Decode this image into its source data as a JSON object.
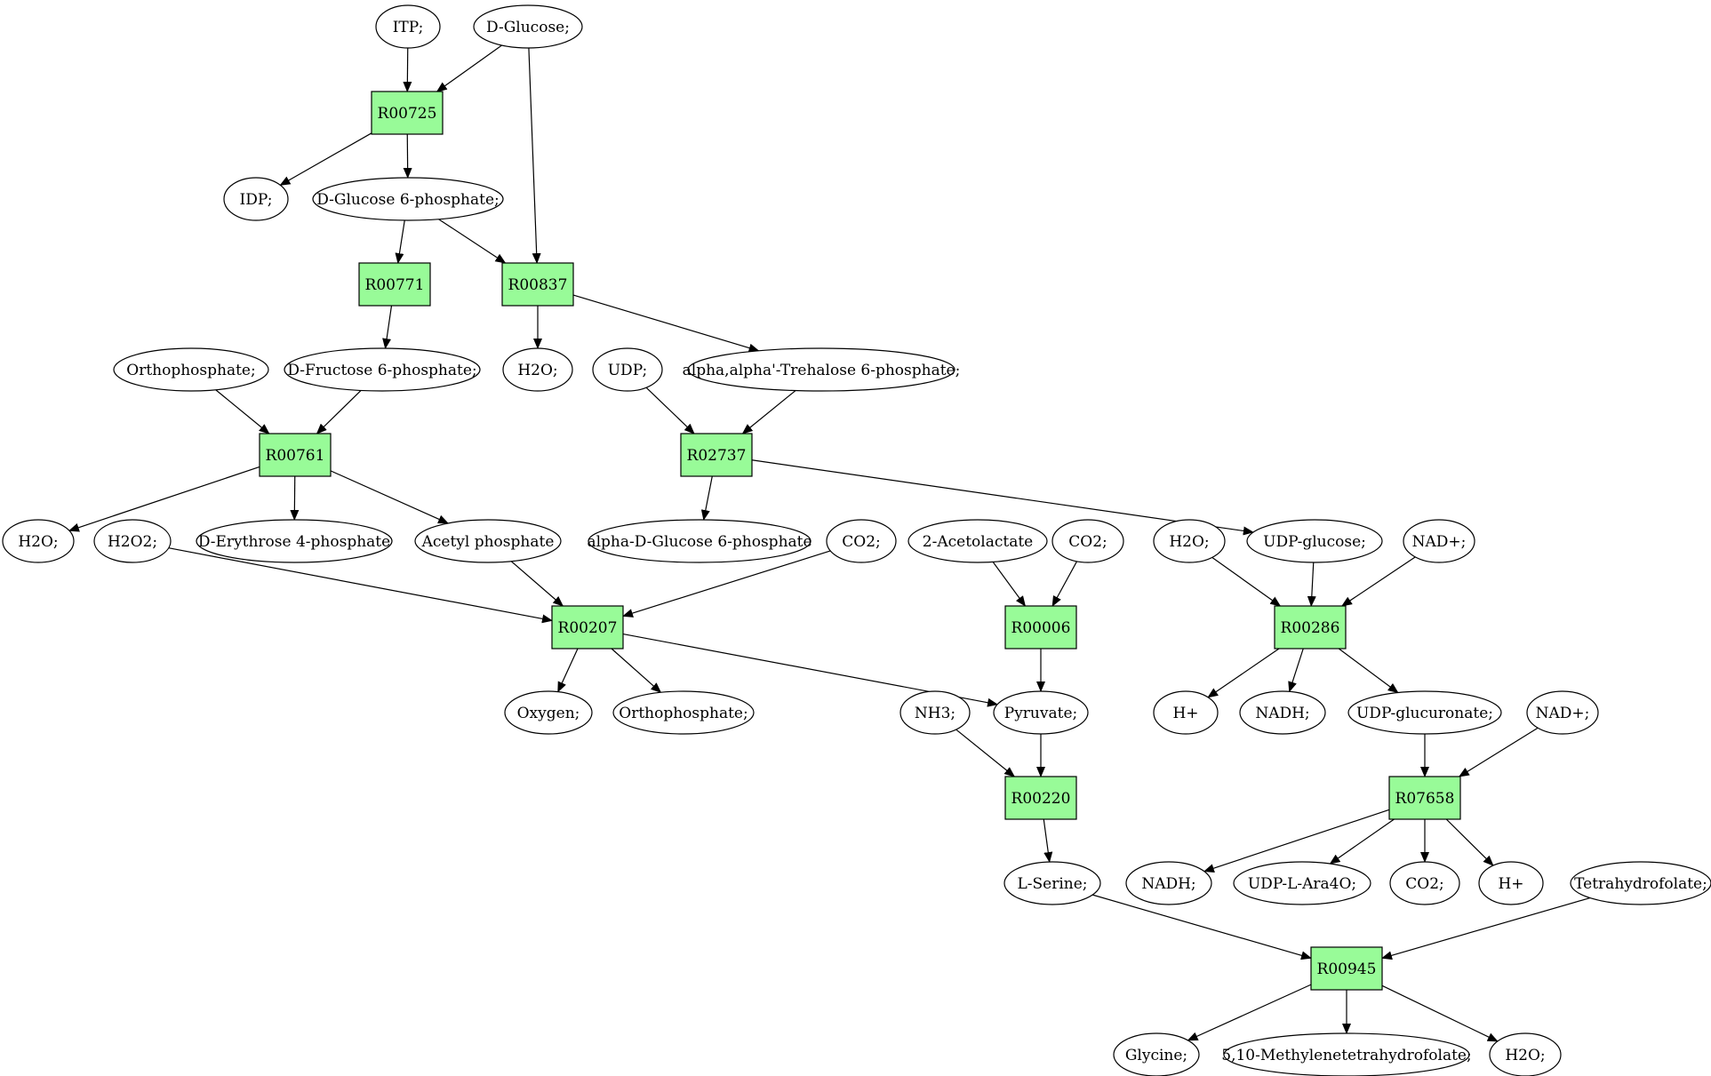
{
  "colors": {
    "reaction": "#98fb98",
    "source": "#00e000",
    "target": "#ffff00",
    "compound": "#ffffff"
  },
  "nodes": [
    {
      "id": "itp",
      "label": "ITP;",
      "kind": "compound"
    },
    {
      "id": "dglucose",
      "label": "D-Glucose;",
      "kind": "source"
    },
    {
      "id": "r00725",
      "label": "R00725",
      "kind": "reaction"
    },
    {
      "id": "idp",
      "label": "IDP;",
      "kind": "compound"
    },
    {
      "id": "g6p",
      "label": "D-Glucose 6-phosphate;",
      "kind": "compound"
    },
    {
      "id": "r00771",
      "label": "R00771",
      "kind": "reaction"
    },
    {
      "id": "r00837",
      "label": "R00837",
      "kind": "reaction"
    },
    {
      "id": "ortho1",
      "label": "Orthophosphate;",
      "kind": "compound"
    },
    {
      "id": "f6p",
      "label": "D-Fructose 6-phosphate;",
      "kind": "compound"
    },
    {
      "id": "h2o_a",
      "label": "H2O;",
      "kind": "compound"
    },
    {
      "id": "udp",
      "label": "UDP;",
      "kind": "compound"
    },
    {
      "id": "t6p",
      "label": "alpha,alpha'-Trehalose 6-phosphate;",
      "kind": "compound"
    },
    {
      "id": "r00761",
      "label": "R00761",
      "kind": "reaction"
    },
    {
      "id": "r02737",
      "label": "R02737",
      "kind": "reaction"
    },
    {
      "id": "h2o_b",
      "label": "H2O;",
      "kind": "compound"
    },
    {
      "id": "h2o2",
      "label": "H2O2;",
      "kind": "compound"
    },
    {
      "id": "e4p",
      "label": "D-Erythrose 4-phosphate",
      "kind": "compound"
    },
    {
      "id": "acp",
      "label": "Acetyl phosphate",
      "kind": "compound"
    },
    {
      "id": "adg6p",
      "label": "alpha-D-Glucose 6-phosphate",
      "kind": "compound"
    },
    {
      "id": "co2_a",
      "label": "CO2;",
      "kind": "compound"
    },
    {
      "id": "acetolactate",
      "label": "2-Acetolactate",
      "kind": "compound"
    },
    {
      "id": "co2_b",
      "label": "CO2;",
      "kind": "compound"
    },
    {
      "id": "h2o_c",
      "label": "H2O;",
      "kind": "compound"
    },
    {
      "id": "udpglc",
      "label": "UDP-glucose;",
      "kind": "compound"
    },
    {
      "id": "nad_a",
      "label": "NAD+;",
      "kind": "compound"
    },
    {
      "id": "r00207",
      "label": "R00207",
      "kind": "reaction"
    },
    {
      "id": "r00006",
      "label": "R00006",
      "kind": "reaction"
    },
    {
      "id": "r00286",
      "label": "R00286",
      "kind": "reaction"
    },
    {
      "id": "oxygen",
      "label": "Oxygen;",
      "kind": "compound"
    },
    {
      "id": "ortho2",
      "label": "Orthophosphate;",
      "kind": "compound"
    },
    {
      "id": "nh3",
      "label": "NH3;",
      "kind": "compound"
    },
    {
      "id": "pyruvate",
      "label": "Pyruvate;",
      "kind": "compound"
    },
    {
      "id": "hplus_a",
      "label": "H+",
      "kind": "compound"
    },
    {
      "id": "nadh_a",
      "label": "NADH;",
      "kind": "compound"
    },
    {
      "id": "udpglcua",
      "label": "UDP-glucuronate;",
      "kind": "compound"
    },
    {
      "id": "nad_b",
      "label": "NAD+;",
      "kind": "compound"
    },
    {
      "id": "r00220",
      "label": "R00220",
      "kind": "reaction"
    },
    {
      "id": "r07658",
      "label": "R07658",
      "kind": "reaction"
    },
    {
      "id": "lserine",
      "label": "L-Serine;",
      "kind": "compound"
    },
    {
      "id": "nadh_b",
      "label": "NADH;",
      "kind": "compound"
    },
    {
      "id": "udplara4o",
      "label": "UDP-L-Ara4O;",
      "kind": "compound"
    },
    {
      "id": "co2_c",
      "label": "CO2;",
      "kind": "compound"
    },
    {
      "id": "hplus_b",
      "label": "H+",
      "kind": "compound"
    },
    {
      "id": "thf",
      "label": "Tetrahydrofolate;",
      "kind": "compound"
    },
    {
      "id": "r00945",
      "label": "R00945",
      "kind": "reaction"
    },
    {
      "id": "glycine",
      "label": "Glycine;",
      "kind": "target"
    },
    {
      "id": "mthf",
      "label": "5,10-Methylenetetrahydrofolate;",
      "kind": "compound"
    },
    {
      "id": "h2o_d",
      "label": "H2O;",
      "kind": "compound"
    }
  ],
  "edges": [
    [
      "itp",
      "r00725"
    ],
    [
      "dglucose",
      "r00725"
    ],
    [
      "dglucose",
      "r00837"
    ],
    [
      "r00725",
      "idp"
    ],
    [
      "r00725",
      "g6p"
    ],
    [
      "g6p",
      "r00771"
    ],
    [
      "g6p",
      "r00837"
    ],
    [
      "r00771",
      "f6p"
    ],
    [
      "r00837",
      "h2o_a"
    ],
    [
      "r00837",
      "t6p"
    ],
    [
      "ortho1",
      "r00761"
    ],
    [
      "f6p",
      "r00761"
    ],
    [
      "udp",
      "r02737"
    ],
    [
      "t6p",
      "r02737"
    ],
    [
      "r00761",
      "h2o_b"
    ],
    [
      "r00761",
      "e4p"
    ],
    [
      "r00761",
      "acp"
    ],
    [
      "r02737",
      "adg6p"
    ],
    [
      "r02737",
      "udpglc"
    ],
    [
      "h2o2",
      "r00207"
    ],
    [
      "acp",
      "r00207"
    ],
    [
      "co2_a",
      "r00207"
    ],
    [
      "acetolactate",
      "r00006"
    ],
    [
      "co2_b",
      "r00006"
    ],
    [
      "h2o_c",
      "r00286"
    ],
    [
      "udpglc",
      "r00286"
    ],
    [
      "nad_a",
      "r00286"
    ],
    [
      "r00207",
      "oxygen"
    ],
    [
      "r00207",
      "ortho2"
    ],
    [
      "r00207",
      "pyruvate"
    ],
    [
      "r00006",
      "pyruvate"
    ],
    [
      "r00286",
      "hplus_a"
    ],
    [
      "r00286",
      "nadh_a"
    ],
    [
      "r00286",
      "udpglcua"
    ],
    [
      "nh3",
      "r00220"
    ],
    [
      "pyruvate",
      "r00220"
    ],
    [
      "udpglcua",
      "r07658"
    ],
    [
      "nad_b",
      "r07658"
    ],
    [
      "r00220",
      "lserine"
    ],
    [
      "r07658",
      "nadh_b"
    ],
    [
      "r07658",
      "udplara4o"
    ],
    [
      "r07658",
      "co2_c"
    ],
    [
      "r07658",
      "hplus_b"
    ],
    [
      "lserine",
      "r00945"
    ],
    [
      "thf",
      "r00945"
    ],
    [
      "r00945",
      "glycine"
    ],
    [
      "r00945",
      "mthf"
    ],
    [
      "r00945",
      "h2o_d"
    ]
  ]
}
